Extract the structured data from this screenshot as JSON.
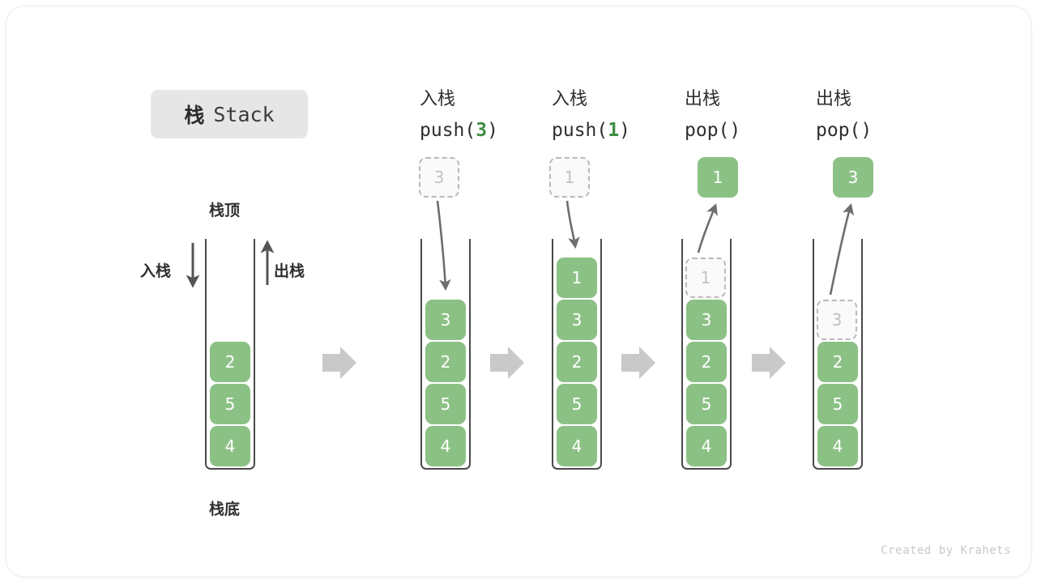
{
  "title": {
    "cn": "栈",
    "en": "Stack"
  },
  "labels": {
    "top": "栈顶",
    "bottom": "栈底",
    "push": "入栈",
    "pop": "出栈"
  },
  "watermark": "Created by Krahets",
  "colors": {
    "element_green": "#8cc185",
    "ghost_border": "#b9b9b9",
    "ghost_text": "#c2c2c2",
    "container_stroke": "#4a4a4a",
    "arrow_gray": "#6e6e6e",
    "flow_arrow_gray": "#c9c9c9",
    "chip_bg": "#e6e6e6",
    "text_dark": "#2f2f2f",
    "code_green": "#3f8d43"
  },
  "columns": [
    {
      "id": "initial",
      "head_cn": "",
      "head_code": "",
      "head_code_arg": "",
      "elements": [
        "2",
        "5",
        "4"
      ],
      "ghost_index": null,
      "ghost_value": "",
      "external_value": "",
      "external_kind": "",
      "arrow_dir": ""
    },
    {
      "id": "push-3",
      "head_cn": "入栈",
      "head_code_prefix": "push(",
      "head_code_arg": "3",
      "head_code_suffix": ")",
      "elements": [
        "3",
        "2",
        "5",
        "4"
      ],
      "ghost_index": null,
      "ghost_value": "",
      "external_value": "3",
      "external_kind": "ghost",
      "arrow_dir": "down"
    },
    {
      "id": "push-1",
      "head_cn": "入栈",
      "head_code_prefix": "push(",
      "head_code_arg": "1",
      "head_code_suffix": ")",
      "elements": [
        "1",
        "3",
        "2",
        "5",
        "4"
      ],
      "ghost_index": null,
      "ghost_value": "",
      "external_value": "1",
      "external_kind": "ghost",
      "arrow_dir": "down"
    },
    {
      "id": "pop-1",
      "head_cn": "出栈",
      "head_code_prefix": "pop(",
      "head_code_arg": "",
      "head_code_suffix": ")",
      "elements": [
        "3",
        "2",
        "5",
        "4"
      ],
      "ghost_index": 0,
      "ghost_value": "1",
      "external_value": "1",
      "external_kind": "solid",
      "arrow_dir": "up"
    },
    {
      "id": "pop-3",
      "head_cn": "出栈",
      "head_code_prefix": "pop(",
      "head_code_arg": "",
      "head_code_suffix": ")",
      "elements": [
        "2",
        "5",
        "4"
      ],
      "ghost_index": 0,
      "ghost_value": "3",
      "external_value": "3",
      "external_kind": "solid",
      "arrow_dir": "up"
    }
  ],
  "flow_arrows": 4
}
